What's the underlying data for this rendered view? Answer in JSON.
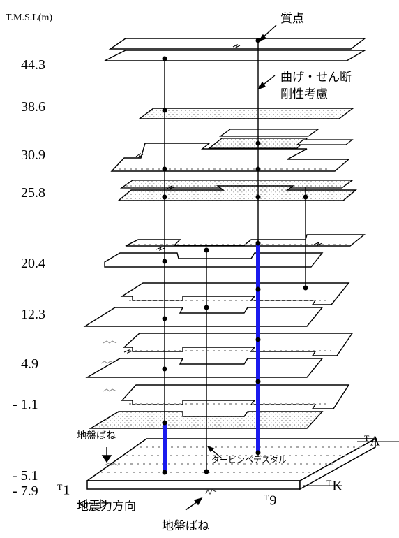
{
  "header": {
    "unit_label": "T.M.S.L(m)"
  },
  "levels": [
    "44.3",
    "38.6",
    "30.9",
    "25.8",
    "20.4",
    "12.3",
    "4.9",
    "- 1.1",
    "- 5.1",
    "- 7.9"
  ],
  "annotations": {
    "mass_point": "質点",
    "bending_shear_line1": "曲げ・せん断",
    "bending_shear_line2": "剛性考慮",
    "ground_spring_left": "地盤ばね",
    "ground_spring_bottom": "地盤ばね",
    "seismic_direction": "地震力方向",
    "turbine_pedestal": "タービンペデスタル"
  },
  "axes": {
    "ta_prefix": "T",
    "ta_label": "A",
    "tk_prefix": "T",
    "tk_label": "K",
    "t1_prefix": "T",
    "t1_label": "1",
    "t9_prefix": "T",
    "t9_label": "9"
  },
  "colors": {
    "pedestal_stick": "#1a1aee",
    "line": "#000000",
    "dots": "#b8b8b8"
  }
}
